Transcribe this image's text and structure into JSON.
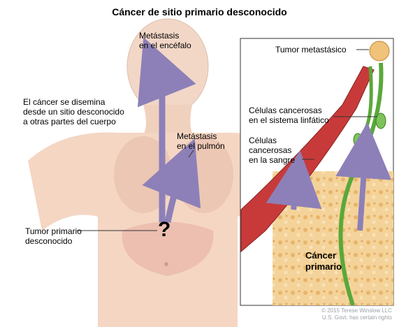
{
  "title": "Cáncer de sitio primario desconocido",
  "labels": {
    "metastasis_brain": [
      "Metástasis",
      "en el encéfalo"
    ],
    "spread": [
      "El cáncer se disemina",
      "desde un sitio desconocido",
      "a otras partes del cuerpo"
    ],
    "metastasis_lung": [
      "Metástasis",
      "en el pulmón"
    ],
    "unknown_primary": [
      "Tumor primario",
      "desconocido"
    ],
    "question_mark": "?",
    "metastatic_tumor": "Tumor metastásico",
    "lymph_cells": [
      "Células cancerosas",
      "en el sistema linfático"
    ],
    "blood_cells": [
      "Células",
      "cancerosas",
      "en la sangre"
    ],
    "primary_cancer": [
      "Cáncer",
      "primario"
    ]
  },
  "copyright": [
    "© 2015 Terese Winslow LLC",
    "U.S. Govt. has certain rights"
  ],
  "colors": {
    "skin": "#f3d2bd",
    "arrow": "#8d80b8",
    "vessel": "#c83a3a",
    "lymph": "#5aa83a",
    "tumor": "#f0c27a"
  }
}
